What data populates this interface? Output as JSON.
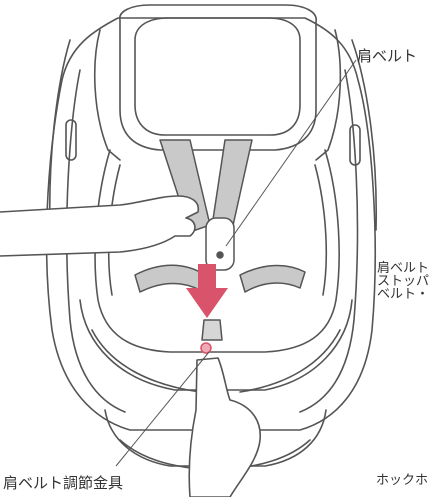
{
  "labels": {
    "shoulder_belt": "肩ベルト",
    "stopper": "肩ベルト\nストッパ\nベルト・",
    "hook": "ホックホ",
    "adjuster": "肩ベルト調節金具"
  },
  "colors": {
    "line": "#555555",
    "belt": "#c9c9c9",
    "belt_dark": "#b5b5b5",
    "arrow": "#d9546a",
    "highlight": "#f0a8b5"
  }
}
